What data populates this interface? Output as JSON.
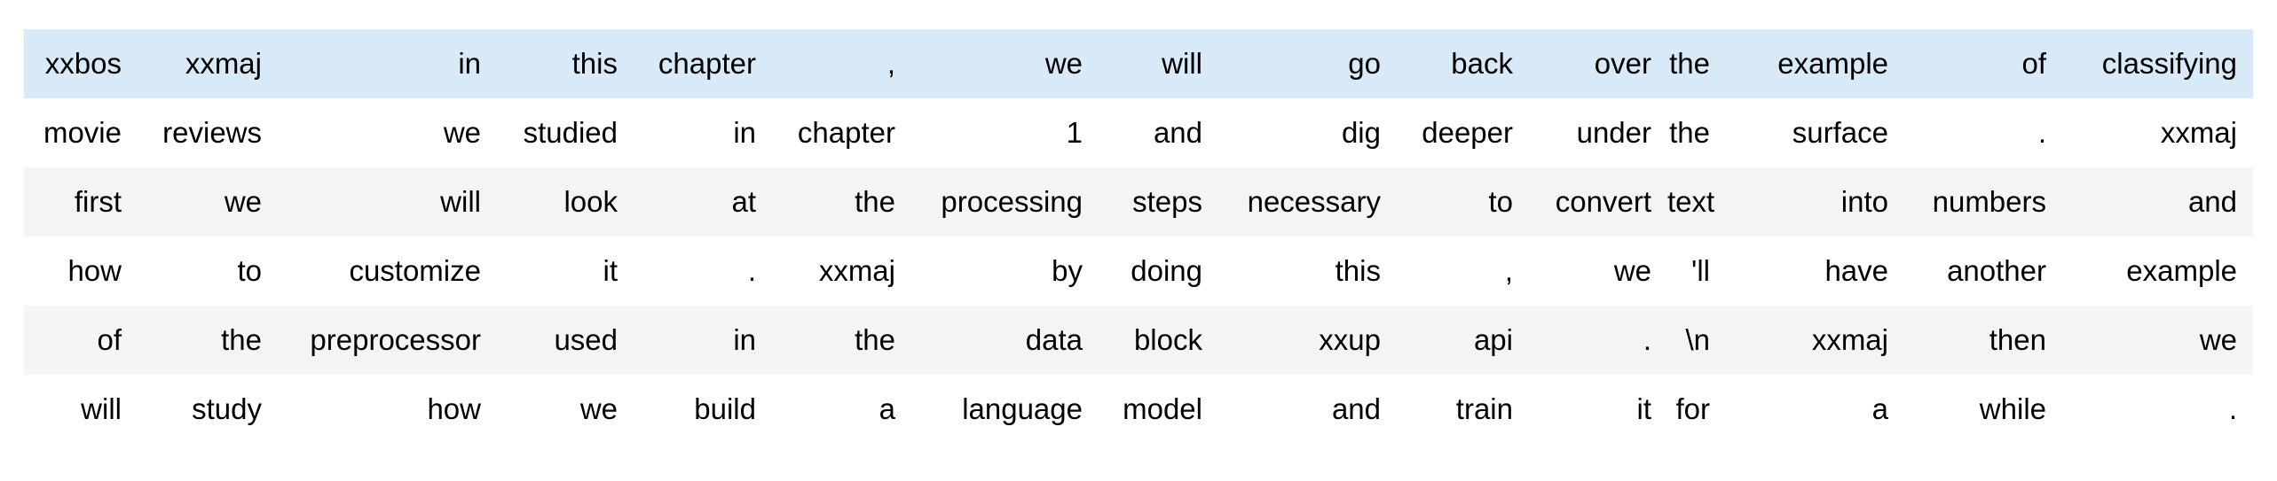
{
  "table": {
    "rows": [
      [
        "xxbos",
        "xxmaj",
        "in",
        "this",
        "chapter",
        ",",
        "we",
        "will",
        "go",
        "back",
        "over",
        "the",
        "example",
        "of",
        "classifying"
      ],
      [
        "movie",
        "reviews",
        "we",
        "studied",
        "in",
        "chapter",
        "1",
        "and",
        "dig",
        "deeper",
        "under",
        "the",
        "surface",
        ".",
        "xxmaj"
      ],
      [
        "first",
        "we",
        "will",
        "look",
        "at",
        "the",
        "processing",
        "steps",
        "necessary",
        "to",
        "convert",
        "text",
        "into",
        "numbers",
        "and"
      ],
      [
        "how",
        "to",
        "customize",
        "it",
        ".",
        "xxmaj",
        "by",
        "doing",
        "this",
        ",",
        "we",
        "'ll",
        "have",
        "another",
        "example"
      ],
      [
        "of",
        "the",
        "preprocessor",
        "used",
        "in",
        "the",
        "data",
        "block",
        "xxup",
        "api",
        ".",
        "\\n",
        "xxmaj",
        "then",
        "we"
      ],
      [
        "will",
        "study",
        "how",
        "we",
        "build",
        "a",
        "language",
        "model",
        "and",
        "train",
        "it",
        "for",
        "a",
        "while",
        "."
      ]
    ]
  },
  "colors": {
    "header_row_bg": "#d8eaf8",
    "stripe_bg": "#f4f4f4",
    "plain_bg": "#ffffff",
    "text": "#000000"
  }
}
